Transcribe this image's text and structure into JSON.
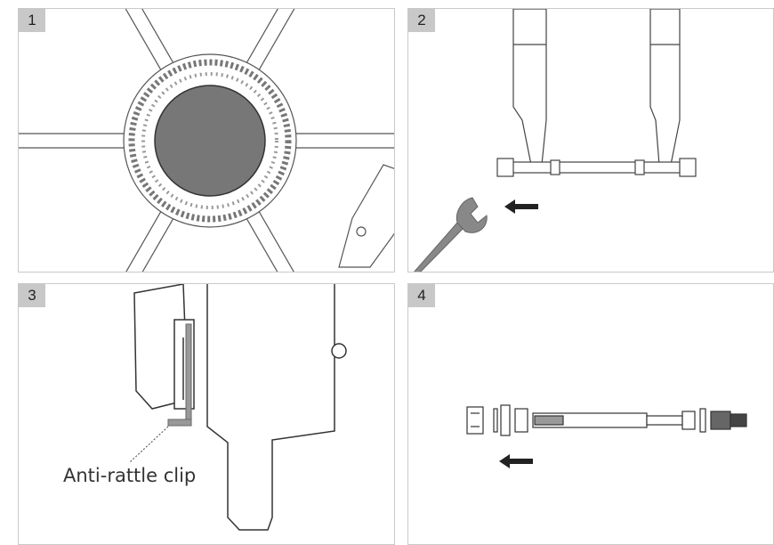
{
  "panels": [
    {
      "step": "1"
    },
    {
      "step": "2"
    },
    {
      "step": "3",
      "callout": "Anti-rattle clip"
    },
    {
      "step": "4"
    }
  ],
  "colors": {
    "panel_number_bg": "#c8c8c8",
    "hub_fill": "#777777",
    "arrow": "#222222",
    "tool": "#888888"
  }
}
